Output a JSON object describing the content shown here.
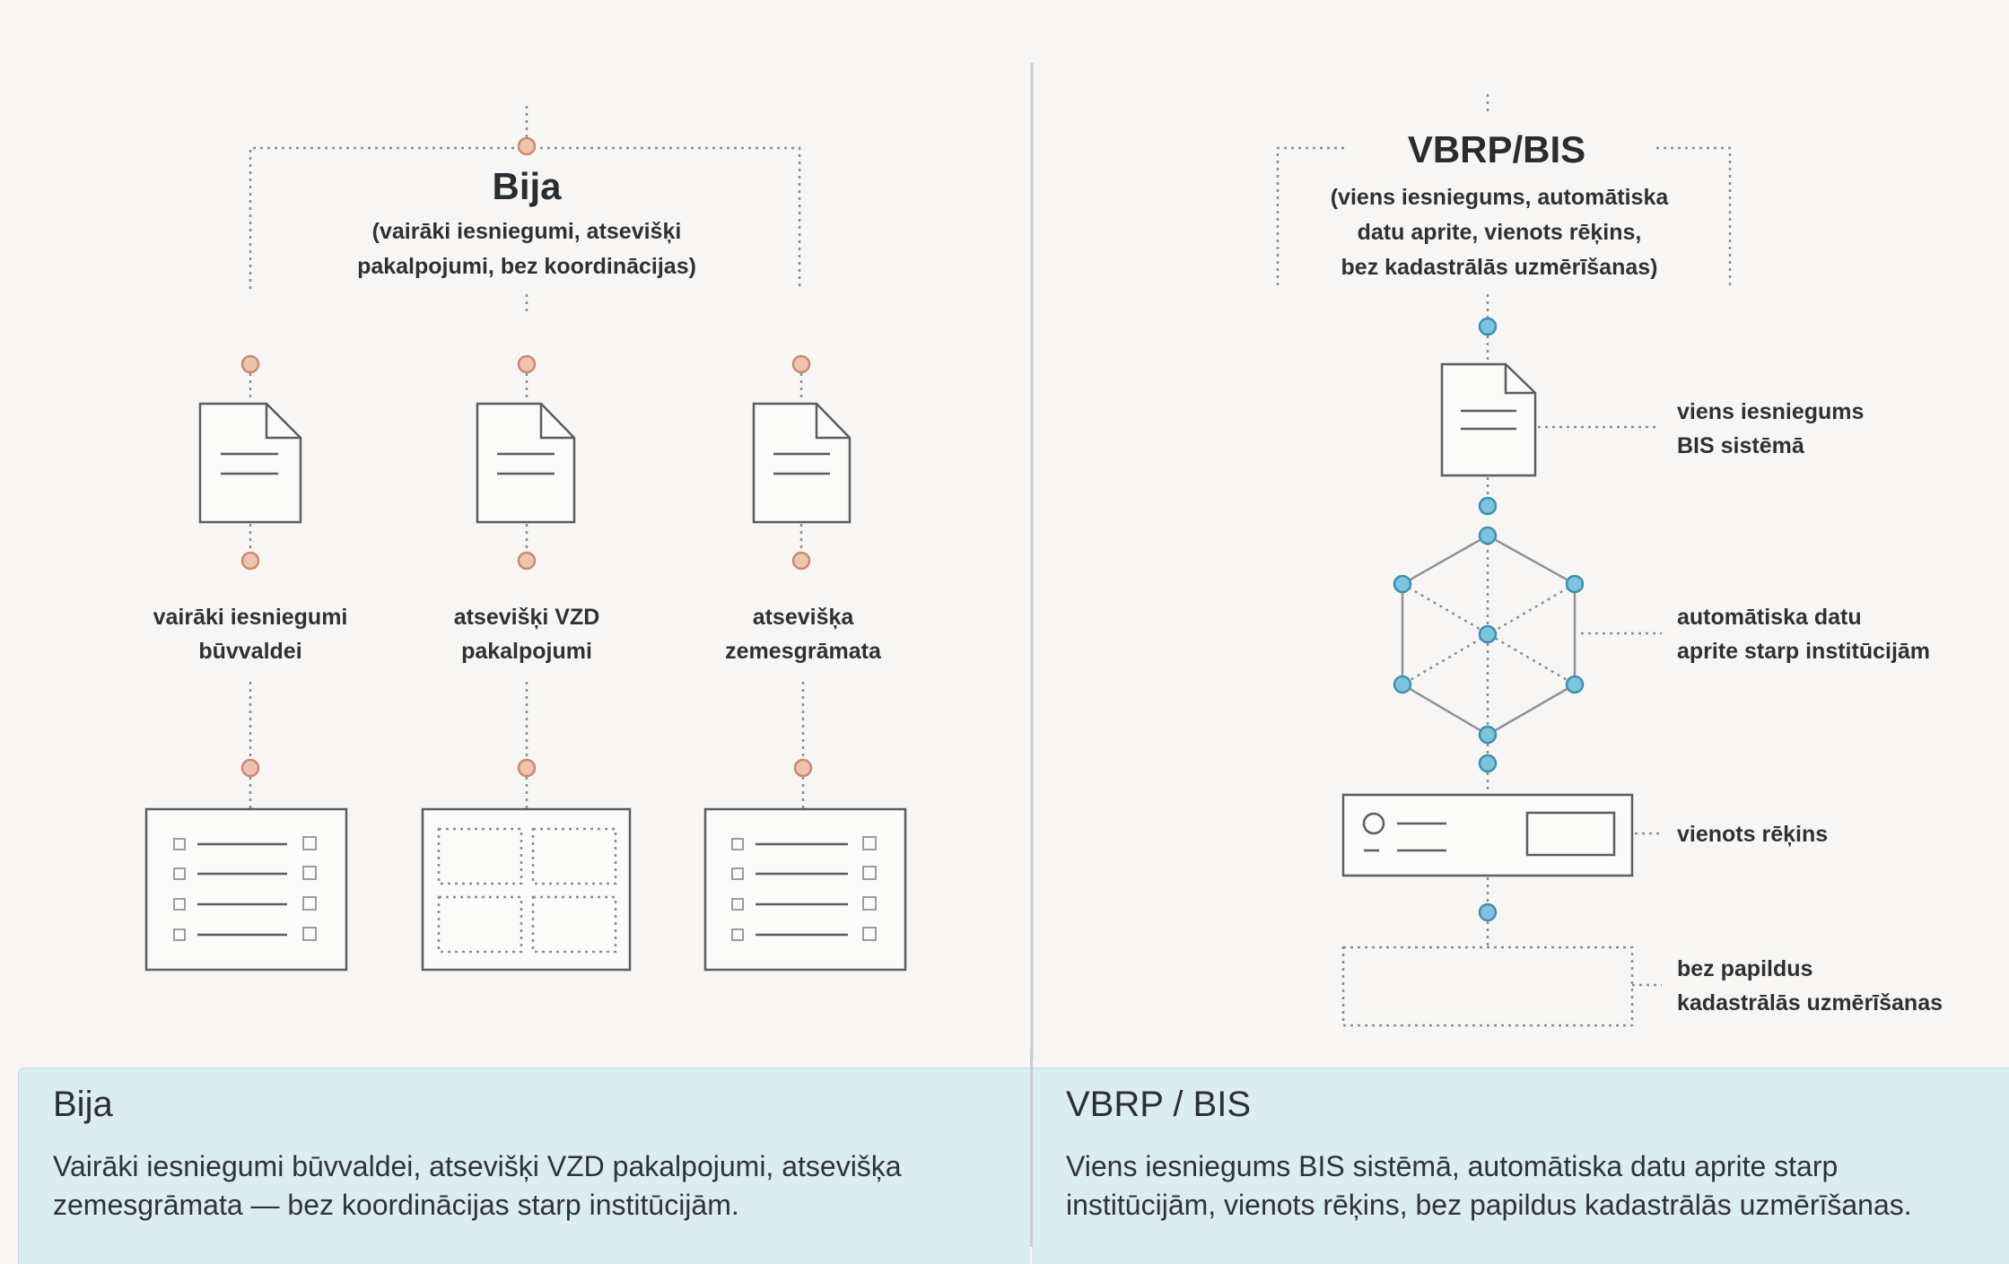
{
  "left": {
    "title": "Bija",
    "subtitle_lines": [
      "(vairāki iesniegumi, atsevišķi",
      "pakalpojumi, bez koordinācijas)"
    ],
    "columns": [
      {
        "label_lines": [
          "vairāki iesniegumi",
          "būvvaldei"
        ]
      },
      {
        "label_lines": [
          "atsevišķi VZD",
          "pakalpojumi"
        ]
      },
      {
        "label_lines": [
          "atsevišķa",
          "zemesgrāmata"
        ]
      }
    ]
  },
  "right": {
    "title": "VBRP/BIS",
    "subtitle_lines": [
      "(viens iesniegums, automātiska",
      "datu aprite, vienots rēķins,",
      "bez kadastrālās uzmērīšanas)"
    ],
    "steps": [
      {
        "label_lines": [
          "viens iesniegums",
          "BIS sistēmā"
        ]
      },
      {
        "label_lines": [
          "automātiska datu",
          "aprite starp institūcijām"
        ]
      },
      {
        "label_lines": [
          "vienots rēķins"
        ]
      },
      {
        "label_lines": [
          "bez papildus",
          "kadastrālās uzmērīšanas"
        ]
      }
    ]
  },
  "captions": {
    "left": {
      "title": "Bija",
      "body": "Vairāki iesniegumi būvvaldei, atsevišķi VZD pakalpojumi, atsevišķa zemesgrāmata — bez koordinācijas starp institūcijām."
    },
    "right": {
      "title": "VBRP / BIS",
      "body": "Viens iesniegums BIS sistēmā, automātiska datu aprite starp institūcijām, vienots rēķins, bez papildus kadastrālās uzmērīšanas."
    }
  },
  "colors": {
    "left_dot": "#f0c3ad",
    "right_dot": "#7cc3de",
    "caption_bg": "#dbecf3"
  }
}
